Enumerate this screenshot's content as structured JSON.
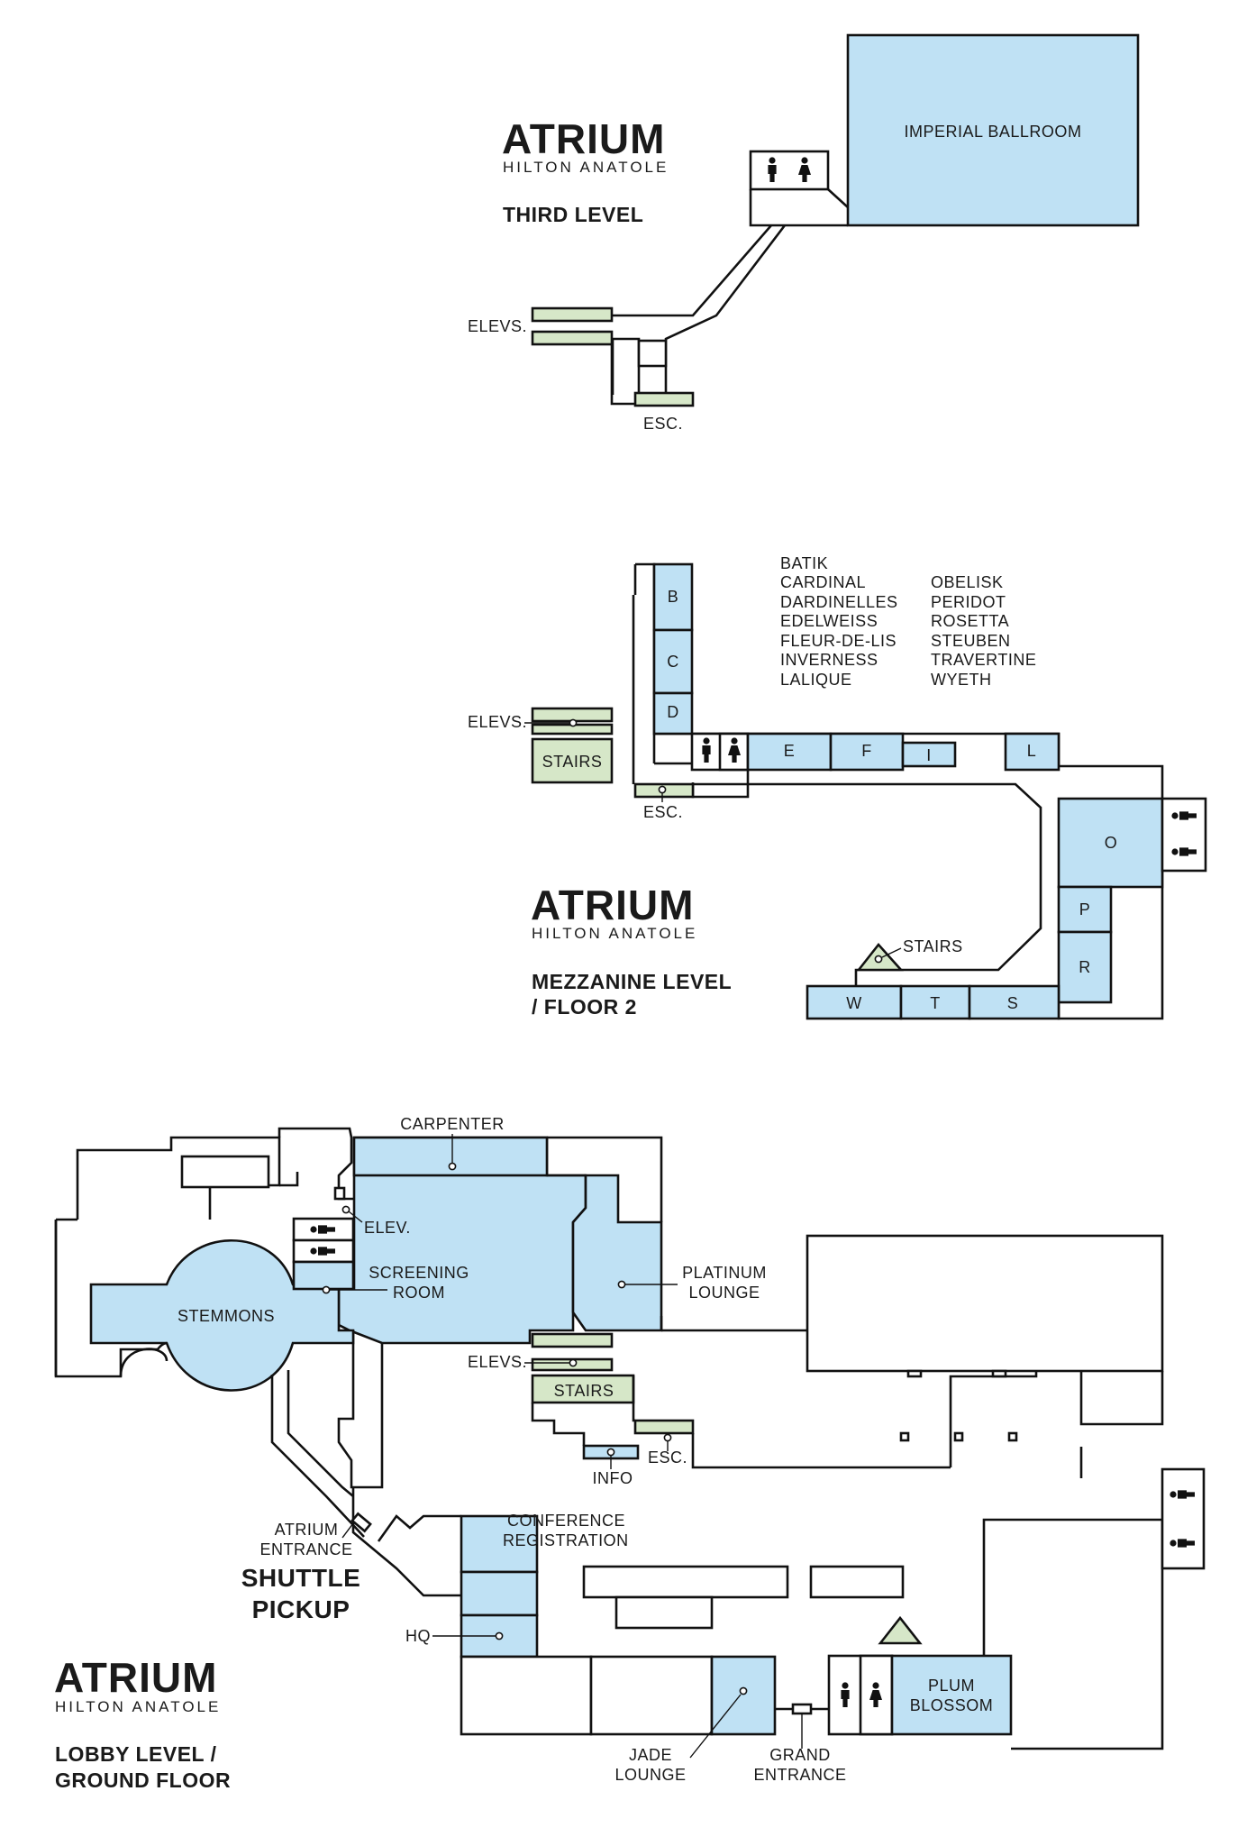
{
  "third_level": {
    "brand": "ATRIUM",
    "brand_sub": "HILTON ANATOLE",
    "level_name": "THIRD LEVEL",
    "imperial_ballroom": "IMPERIAL BALLROOM",
    "elevs": "ELEVS.",
    "esc": "ESC."
  },
  "mezzanine": {
    "brand": "ATRIUM",
    "brand_sub": "HILTON ANATOLE",
    "level_line1": "MEZZANINE LEVEL",
    "level_line2": "/ FLOOR 2",
    "elevs": "ELEVS.",
    "stairs": "STAIRS",
    "esc": "ESC.",
    "stairs_lower": "STAIRS",
    "rooms": {
      "b": "B",
      "c": "C",
      "d": "D",
      "e": "E",
      "f": "F",
      "i": "I",
      "l": "L",
      "o": "O",
      "p": "P",
      "r": "R",
      "s": "S",
      "t": "T",
      "w": "W"
    },
    "room_names_col1": [
      "BATIK",
      "CARDINAL",
      "DARDINELLES",
      "EDELWEISS",
      "FLEUR-DE-LIS",
      "INVERNESS",
      "LALIQUE"
    ],
    "room_names_col2": [
      "OBELISK",
      "PERIDOT",
      "ROSETTA",
      "STEUBEN",
      "TRAVERTINE",
      "WYETH"
    ]
  },
  "lobby": {
    "brand": "ATRIUM",
    "brand_sub": "HILTON ANATOLE",
    "level_line1": "LOBBY LEVEL /",
    "level_line2": "GROUND FLOOR",
    "carpenter": "CARPENTER",
    "elev": "ELEV.",
    "screening_line1": "SCREENING",
    "screening_line2": "ROOM",
    "stemmons": "STEMMONS",
    "platinum_line1": "PLATINUM",
    "platinum_line2": "LOUNGE",
    "elevs": "ELEVS.",
    "stairs": "STAIRS",
    "esc": "ESC.",
    "info": "INFO",
    "atrium_entrance_line1": "ATRIUM",
    "atrium_entrance_line2": "ENTRANCE",
    "shuttle_line1": "SHUTTLE",
    "shuttle_line2": "PICKUP",
    "conference_line1": "CONFERENCE",
    "conference_line2": "REGISTRATION",
    "hq": "HQ",
    "jade_line1": "JADE",
    "jade_line2": "LOUNGE",
    "grand_line1": "GRAND",
    "grand_line2": "ENTRANCE",
    "plum_line1": "PLUM",
    "plum_line2": "BLOSSOM"
  },
  "colors": {
    "room_fill": "#bfe1f4",
    "service_fill": "#d6e7c8",
    "wall": "#111111",
    "background": "#ffffff"
  },
  "icons": [
    "mens-restroom-icon",
    "womens-restroom-icon"
  ]
}
